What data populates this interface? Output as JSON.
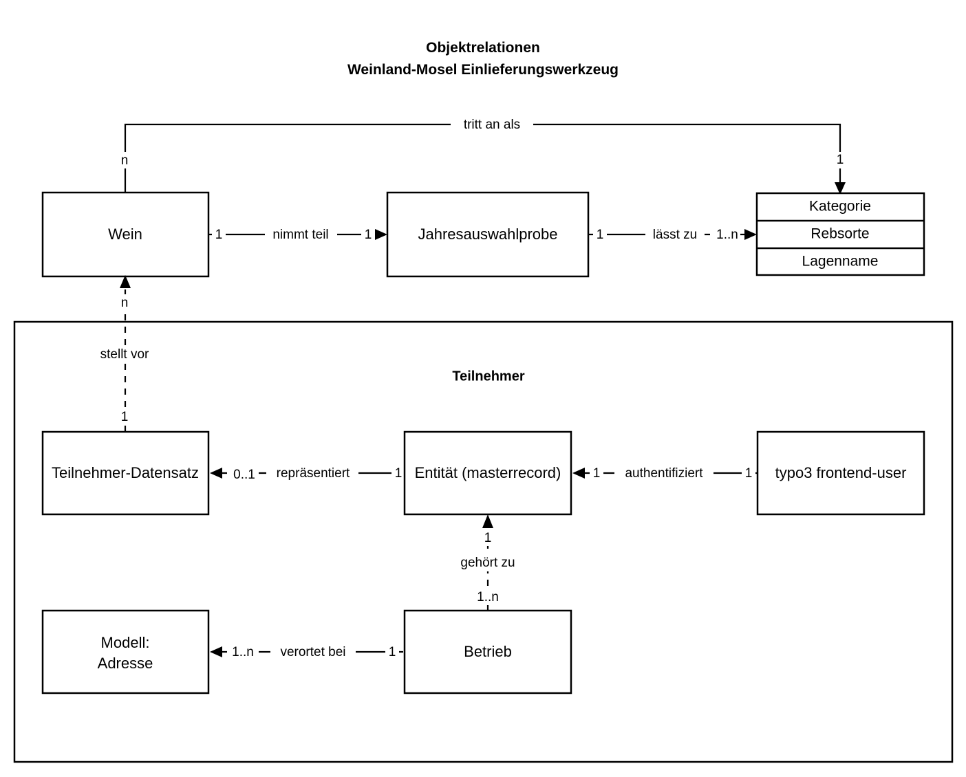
{
  "title": {
    "line1": "Objektrelationen",
    "line2": "Weinland-Mosel Einlieferungswerkzeug"
  },
  "entities": {
    "wein": {
      "label": "Wein"
    },
    "jahresauswahlprobe": {
      "label": "Jahresauswahlprobe"
    },
    "kategorie_table": {
      "rows": [
        {
          "label": "Kategorie"
        },
        {
          "label": "Rebsorte"
        },
        {
          "label": "Lagenname"
        }
      ]
    },
    "teilnehmer_datensatz": {
      "label": "Teilnehmer-Datensatz"
    },
    "entitaet": {
      "label": "Entität (masterrecord)"
    },
    "typo3_frontend_user": {
      "label": "typo3 frontend-user"
    },
    "modell_adresse": {
      "line1": "Modell:",
      "line2": "Adresse"
    },
    "betrieb": {
      "label": "Betrieb"
    }
  },
  "groups": {
    "teilnehmer": {
      "title": "Teilnehmer"
    }
  },
  "relations": {
    "tritt_an_als": {
      "label": "tritt an als",
      "from_card": "n",
      "to_card": "1"
    },
    "nimmt_teil": {
      "label": "nimmt teil",
      "from_card": "1",
      "to_card": "1"
    },
    "laesst_zu": {
      "label": "lässt zu",
      "from_card": "1",
      "to_card": "1..n"
    },
    "stellt_vor": {
      "label": "stellt vor",
      "from_card": "n",
      "to_card": "1"
    },
    "repraesentiert": {
      "label": "repräsentiert",
      "from_card": "0..1",
      "to_card": "1"
    },
    "authentifiziert": {
      "label": "authentifiziert",
      "from_card": "1",
      "to_card": "1"
    },
    "gehoert_zu": {
      "label": "gehört zu",
      "from_card": "1",
      "to_card": "1..n"
    },
    "verortet_bei": {
      "label": "verortet bei",
      "from_card": "1..n",
      "to_card": "1"
    }
  },
  "colors": {
    "stroke": "#000000",
    "background": "#ffffff"
  }
}
